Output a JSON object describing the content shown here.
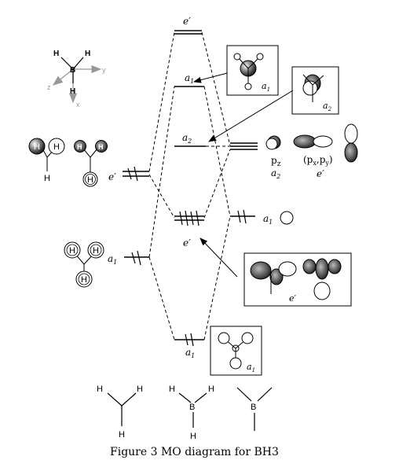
{
  "diagram": {
    "axes": {
      "x": "x",
      "y": "y",
      "z": "z"
    },
    "axes_molecule": {
      "atoms": [
        "H",
        "B",
        "H",
        "H"
      ]
    },
    "left_orbitals": {
      "e_prime": {
        "label": "e′",
        "atom_labels": [
          "H",
          "H",
          "H",
          "H",
          "H",
          "H"
        ]
      },
      "a1_prime": {
        "label": "a",
        "sub": "1",
        "atom_labels": [
          "H",
          "H",
          "H"
        ]
      }
    },
    "mo_levels": {
      "top_e": "e′",
      "a1": {
        "label": "a",
        "sub": "1"
      },
      "a2": {
        "label": "a",
        "sub": "2"
      },
      "e_mid": "e′",
      "bottom_a1": {
        "label": "a",
        "sub": "1"
      }
    },
    "right_orbitals": {
      "p_label": "p",
      "p_sub": "z",
      "a2_label": "a",
      "a2_sub": "2",
      "pxy_label": "(p",
      "pxy_x": "x",
      "pxy_comma": ",p",
      "pxy_y": "y",
      "pxy_close": ")",
      "e_label": "e′",
      "a1_label": "a",
      "a1_sub": "1"
    },
    "insets": {
      "a1_top": {
        "label": "a",
        "sub": "1"
      },
      "a2_box": {
        "label": "a",
        "sub": "2"
      },
      "e_box": {
        "label": "e′"
      },
      "a1_bottom": {
        "label": "a",
        "sub": "1"
      }
    },
    "bottom_structures": {
      "first": [
        "H",
        "H",
        "H"
      ],
      "second": [
        "H",
        "H",
        "B",
        "H"
      ],
      "third": [
        "B"
      ]
    },
    "caption": "Figure 3 MO diagram for BH3"
  }
}
